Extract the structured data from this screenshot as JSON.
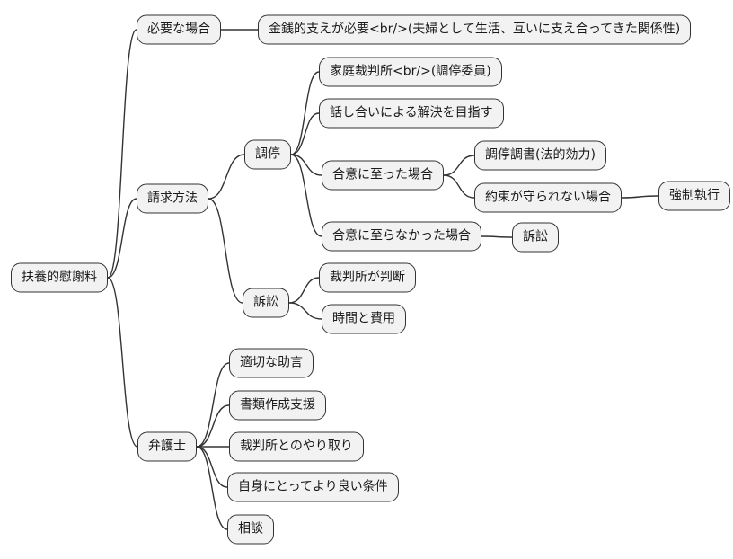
{
  "diagram": {
    "type": "mindmap",
    "orientation": "left-to-right",
    "colors": {
      "background": "#ffffff",
      "node_fill": "#f2f2f2",
      "node_border": "#333333",
      "edge": "#333333",
      "text": "#1a1a1a"
    }
  },
  "tree": {
    "label": "扶養的慰謝料",
    "children": [
      {
        "label": "必要な場合",
        "children": [
          {
            "label": "金銭的支えが必要<br/>(夫婦として生活、互いに支え合ってきた関係性)"
          }
        ]
      },
      {
        "label": "請求方法",
        "children": [
          {
            "label": "調停",
            "children": [
              {
                "label": "家庭裁判所<br/>(調停委員)"
              },
              {
                "label": "話し合いによる解決を目指す"
              },
              {
                "label": "合意に至った場合",
                "children": [
                  {
                    "label": "調停調書(法的効力)"
                  },
                  {
                    "label": "約束が守られない場合",
                    "children": [
                      {
                        "label": "強制執行"
                      }
                    ]
                  }
                ]
              },
              {
                "label": "合意に至らなかった場合",
                "children": [
                  {
                    "label": "訴訟"
                  }
                ]
              }
            ]
          },
          {
            "label": "訴訟",
            "children": [
              {
                "label": "裁判所が判断"
              },
              {
                "label": "時間と費用"
              }
            ]
          }
        ]
      },
      {
        "label": "弁護士",
        "children": [
          {
            "label": "適切な助言"
          },
          {
            "label": "書類作成支援"
          },
          {
            "label": "裁判所とのやり取り"
          },
          {
            "label": "自身にとってより良い条件"
          },
          {
            "label": "相談"
          }
        ]
      }
    ]
  }
}
